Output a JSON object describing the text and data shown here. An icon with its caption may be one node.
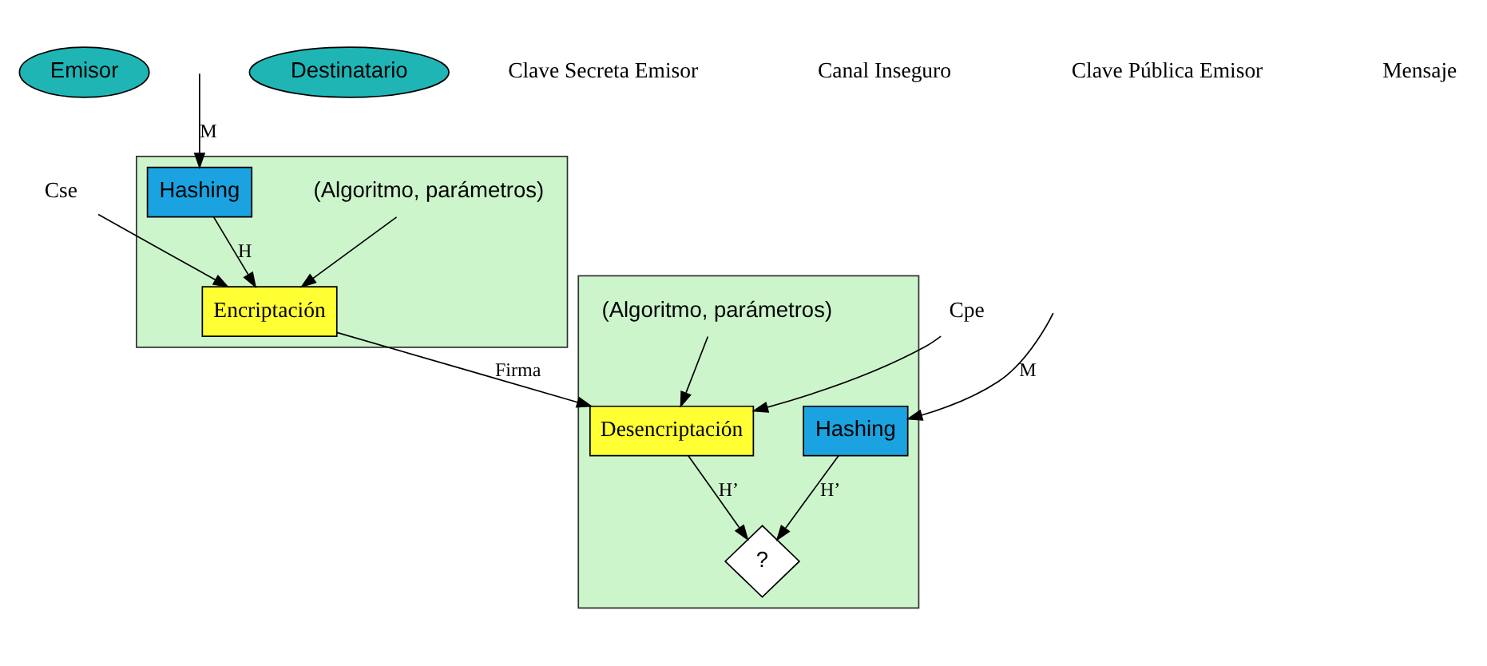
{
  "diagram": {
    "nodes": [
      {
        "text": [
          "Emisor"
        ]
      },
      {
        "text": [
          "Cse"
        ]
      },
      {
        "text": [
          "Cpe"
        ]
      },
      {
        "text": [
          "Destinatario"
        ]
      },
      {
        "text": [],
        "shape": "box"
      },
      {
        "text": [
          "Encriptación"
        ],
        "in": 4
      },
      {
        "text": [
          "(Algoritmo, parámetros)"
        ],
        "in": 4
      },
      {
        "text": [
          "Hashing"
        ],
        "in": 4
      },
      {
        "text": [],
        "shape": "box"
      },
      {
        "text": [
          "Desencriptación"
        ],
        "in": 8
      },
      {
        "text": [
          "?"
        ],
        "in": 8
      },
      {
        "text": [
          "(Algoritmo, parámetros)"
        ],
        "in": 8
      },
      {
        "text": [
          "Hashing"
        ],
        "in": 8
      }
    ],
    "edges": [
      {
        "from": 1,
        "to": 5,
        "arrow": "to"
      },
      {
        "from": 6,
        "to": 5,
        "arrow": "to"
      },
      {
        "from": 7,
        "to": 5,
        "label": "H",
        "arrow": "to"
      },
      {
        "from": null,
        "to": 7,
        "label": "M",
        "arrow": "to"
      },
      {
        "from": 5,
        "to": 9,
        "label": "Firma",
        "arrow": "to"
      },
      {
        "from": 2,
        "to": 9,
        "arrow": "to"
      },
      {
        "from": 11,
        "to": 9,
        "arrow": "to"
      },
      {
        "from": 9,
        "to": 10,
        "label": "H’",
        "arrow": "to"
      },
      {
        "from": 12,
        "to": 10,
        "label": "H’",
        "arrow": "to"
      },
      {
        "from": null,
        "to": 12,
        "label": "M",
        "arrow": "to"
      }
    ],
    "labels": [
      "Clave Secreta Emisor",
      "Canal Inseguro",
      "Clave Pública Emisor",
      "Mensaje"
    ]
  }
}
